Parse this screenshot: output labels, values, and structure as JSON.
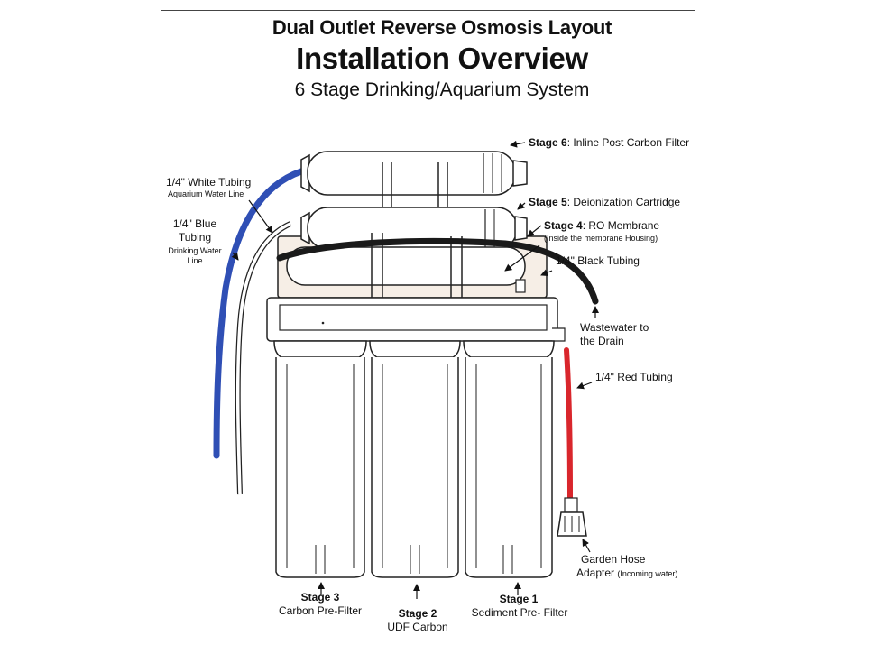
{
  "header": {
    "title": "Dual Outlet Reverse Osmosis Layout",
    "subtitle": "Installation Overview",
    "tagline": "6 Stage Drinking/Aquarium System"
  },
  "labels": {
    "stage6": {
      "stage": "Stage 6",
      "desc": ": Inline Post Carbon Filter"
    },
    "stage5": {
      "stage": "Stage 5",
      "desc": ": Deionization Cartridge"
    },
    "stage4": {
      "stage": "Stage 4",
      "desc": ": RO Membrane",
      "note": "(Inside the membrane Housing)"
    },
    "black_tubing": "1/4\" Black Tubing",
    "wastewater": {
      "line1": "Wastewater to",
      "line2": "the Drain"
    },
    "red_tubing": "1/4\" Red Tubing",
    "hose_adapter": {
      "line1": "Garden Hose",
      "line2": "Adapter",
      "note": "(Incoming water)"
    },
    "white_tubing": {
      "title": "1/4\" White Tubing",
      "note": "Aquarium Water Line"
    },
    "blue_tubing": {
      "line1": "1/4\" Blue",
      "line2": "Tubing",
      "note1": "Drinking Water",
      "note2": "Line"
    },
    "stage3": {
      "stage": "Stage 3",
      "desc": "Carbon Pre-Filter"
    },
    "stage2": {
      "stage": "Stage 2",
      "desc": "UDF Carbon"
    },
    "stage1": {
      "stage": "Stage 1",
      "desc": "Sediment Pre- Filter"
    }
  },
  "colors": {
    "blue_tubing": "#2f4fb5",
    "red_tubing": "#d9262c",
    "black_tubing": "#1a1a1a",
    "white_tubing": "#ffffff",
    "outline": "#222222"
  }
}
